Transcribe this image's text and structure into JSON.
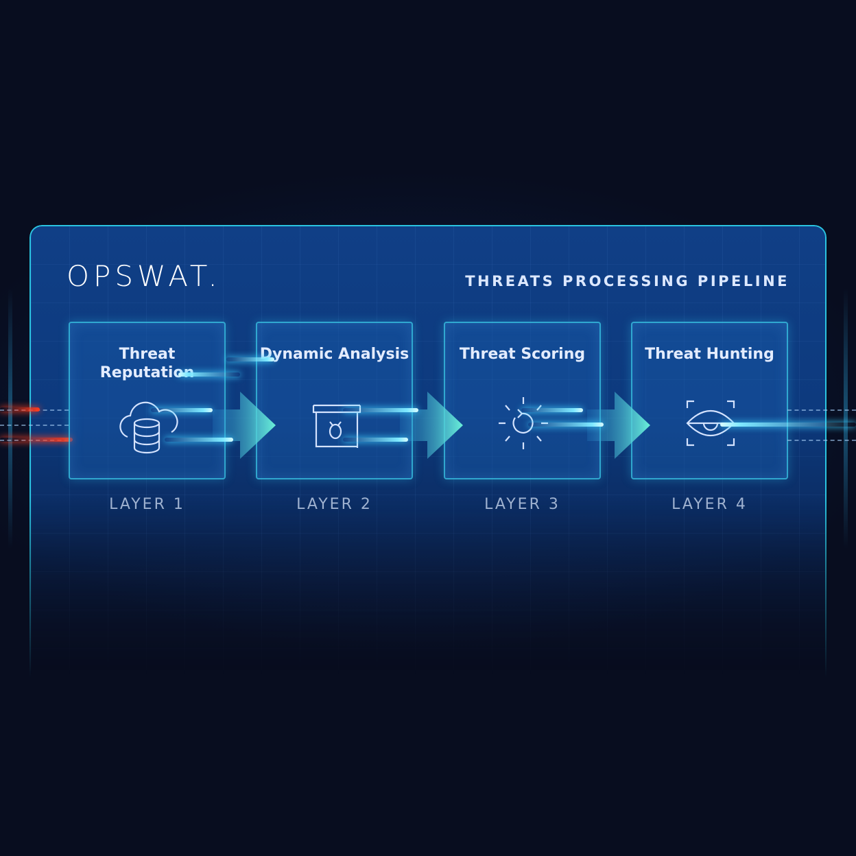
{
  "brand": {
    "logo": "OPSWAT."
  },
  "header": {
    "title": "THREATS PROCESSING PIPELINE"
  },
  "layers": [
    {
      "name": "Threat Reputation",
      "label": "LAYER 1",
      "icon": "cloud-database-icon"
    },
    {
      "name": "Dynamic Analysis",
      "label": "LAYER 2",
      "icon": "sandbox-bug-icon"
    },
    {
      "name": "Threat Scoring",
      "label": "LAYER 3",
      "icon": "refresh-burst-icon"
    },
    {
      "name": "Threat Hunting",
      "label": "LAYER 4",
      "icon": "eye-scan-icon"
    }
  ],
  "colors": {
    "accent": "#2bc4e0",
    "arrow": "#4fe0d0",
    "threat": "#ff3a1a",
    "background": "#080d1f"
  }
}
